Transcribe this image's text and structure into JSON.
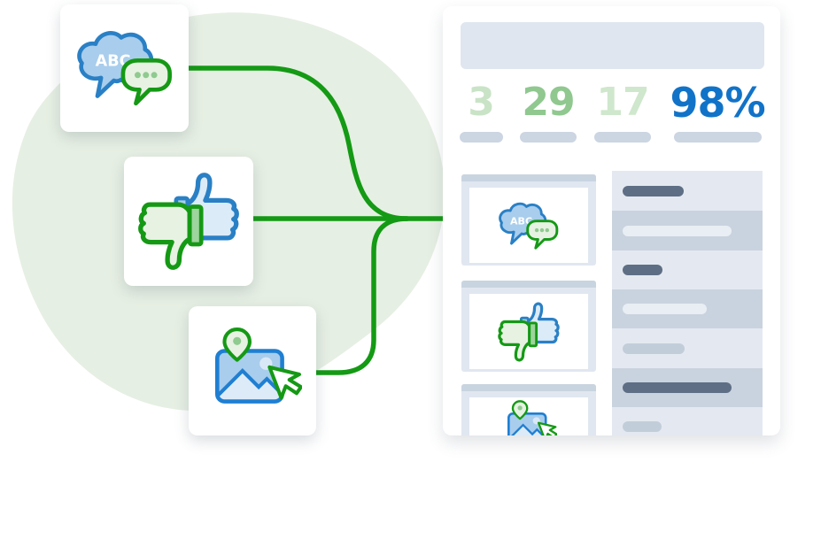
{
  "colors": {
    "blob_green": "#e6efe3",
    "connector_green": "#149a14",
    "icon_green_stroke": "#159915",
    "icon_green_fill": "#e7f2e2",
    "icon_green_accent": "#8fca8f",
    "icon_blue_stroke": "#2a80c5",
    "icon_blue_fill": "#a9cdec",
    "icon_blue_light": "#dcebf8",
    "panel_header": "#e0e6ef",
    "stat_pill": "#ccd5e2",
    "row_light": "#e4e9f1",
    "row_shaded": "#c9d3df",
    "pill_dark": "#5e6e85",
    "pill_light": "#e9eef4",
    "pill_medium": "#c2cdda"
  },
  "icons": {
    "chat": {
      "name": "chat-bubbles-icon",
      "label": "ABC"
    },
    "thumbs": {
      "name": "thumbs-up-down-icon"
    },
    "image": {
      "name": "image-location-cursor-icon"
    }
  },
  "source_cards": [
    {
      "icon": "chat-bubbles-icon"
    },
    {
      "icon": "thumbs-up-down-icon"
    },
    {
      "icon": "image-location-cursor-icon"
    }
  ],
  "dashboard": {
    "stats": [
      {
        "value": "3",
        "color": "#c9e3c6"
      },
      {
        "value": "29",
        "color": "#90c890"
      },
      {
        "value": "17",
        "color": "#cfe7cc"
      },
      {
        "value": "98%",
        "color": "#1173c8"
      }
    ],
    "feed_items": [
      {
        "icon": "chat-bubbles-icon"
      },
      {
        "icon": "thumbs-up-down-icon"
      },
      {
        "icon": "image-location-cursor-icon"
      }
    ],
    "detail_rows": [
      {
        "tone": "light",
        "pill_tone": "dark"
      },
      {
        "tone": "shaded",
        "pill_tone": "light"
      },
      {
        "tone": "light",
        "pill_tone": "dark"
      },
      {
        "tone": "shaded",
        "pill_tone": "light"
      },
      {
        "tone": "light",
        "pill_tone": "medium"
      },
      {
        "tone": "shaded",
        "pill_tone": "dark"
      },
      {
        "tone": "light",
        "pill_tone": "medium"
      }
    ]
  }
}
